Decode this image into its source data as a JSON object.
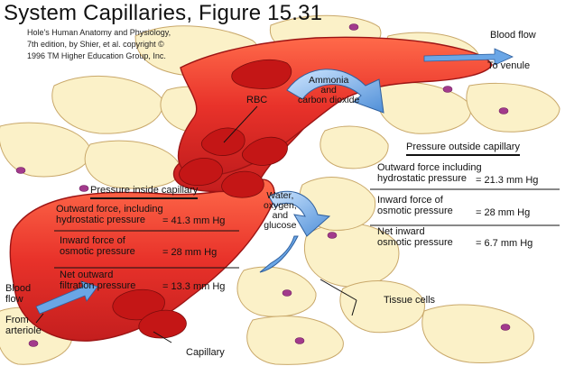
{
  "title": "System Capillaries, Figure 15.31",
  "credit": {
    "line1": "Hole's Human Anatomy and Physiology,",
    "line2": "7th edition, by Shier, et al. copyright ©",
    "line3": "1996 TM Higher Education Group, Inc."
  },
  "labels": {
    "blood_flow_top": "Blood flow",
    "to_venule": "To venule",
    "rbc": "RBC",
    "ammonia": "Ammonia\nand\ncarbon dioxide",
    "water": "Water,\noxygen,\nand\nglucose",
    "blood_flow_left": "Blood\nflow",
    "from_arteriole": "From\narteriole",
    "capillary": "Capillary",
    "tissue_cells": "Tissue cells"
  },
  "inside": {
    "header": "Pressure inside capillary",
    "outward_label": "Outward force, including\nhydrostatic pressure",
    "outward_value": "= 41.3 mm Hg",
    "inward_label": "Inward force of\nosmotic pressure",
    "inward_value": "= 28 mm Hg",
    "net_label": "Net outward\nfiltration pressure",
    "net_value": "= 13.3 mm Hg"
  },
  "outside": {
    "header": "Pressure outside capillary",
    "outward_label": "Outward force including\nhydrostatic pressure",
    "outward_value": "= 21.3 mm Hg",
    "inward_label": "Inward force of\nosmotic pressure",
    "inward_value": "= 28 mm Hg",
    "net_label": "Net inward\nosmotic pressure",
    "net_value": "= 6.7 mm Hg"
  },
  "colors": {
    "blood": "#e8322a",
    "blood_dark": "#b81818",
    "tissue": "#fbf1c8",
    "tissue_edge": "#c9a86a",
    "nucleus": "#a23a8c",
    "arrow": "#6aa6e6"
  }
}
